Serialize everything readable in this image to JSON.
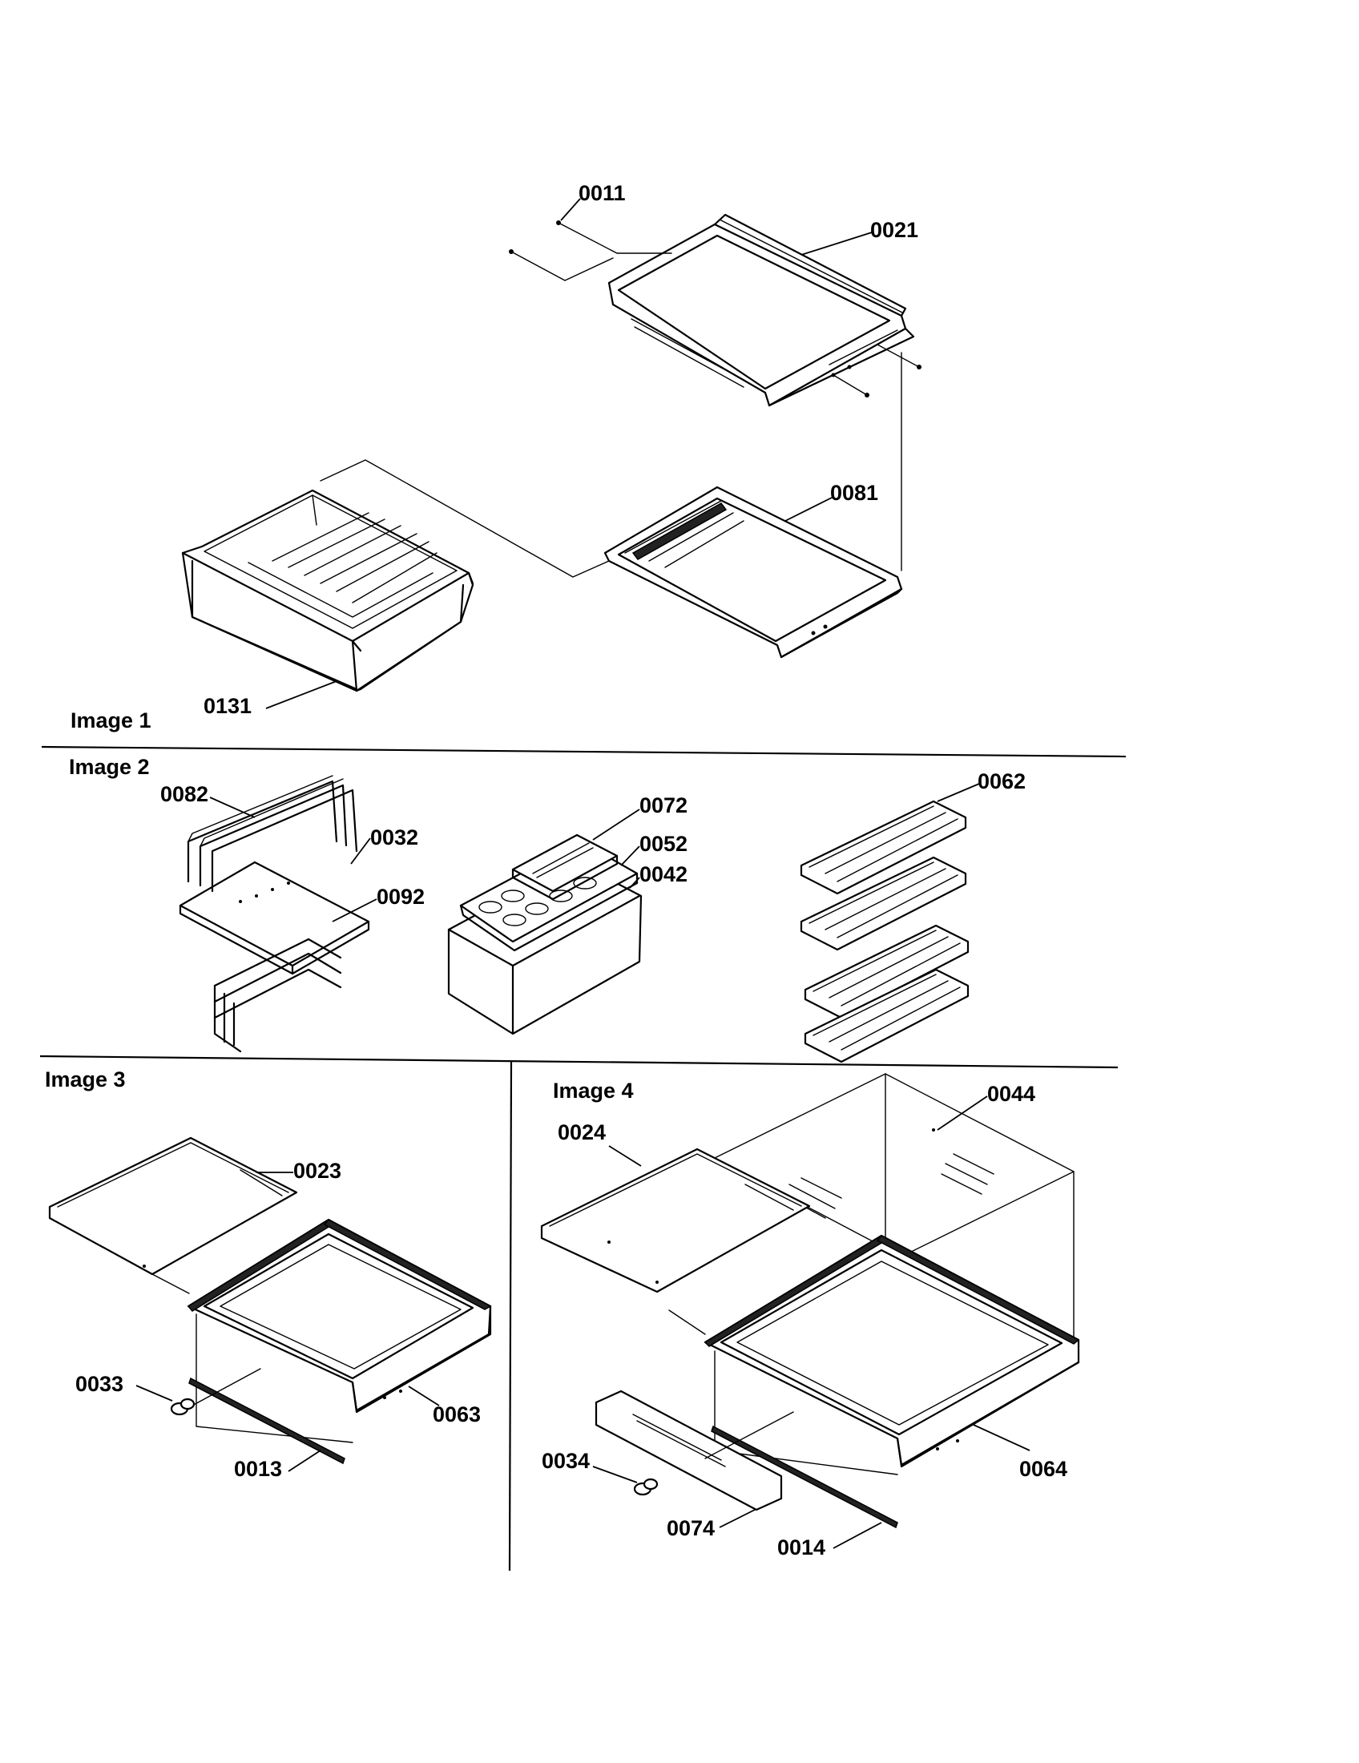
{
  "sections": [
    {
      "id": "image1",
      "title": "Image 1"
    },
    {
      "id": "image2",
      "title": "Image 2"
    },
    {
      "id": "image3",
      "title": "Image 3"
    },
    {
      "id": "image4",
      "title": "Image 4"
    }
  ],
  "parts": {
    "p0011": "0011",
    "p0021": "0021",
    "p0081": "0081",
    "p0131": "0131",
    "p0082": "0082",
    "p0032": "0032",
    "p0092": "0092",
    "p0072": "0072",
    "p0052": "0052",
    "p0042": "0042",
    "p0062": "0062",
    "p0023": "0023",
    "p0033": "0033",
    "p0063": "0063",
    "p0013": "0013",
    "p0044": "0044",
    "p0024": "0024",
    "p0034": "0034",
    "p0064": "0064",
    "p0074": "0074",
    "p0014": "0014"
  }
}
